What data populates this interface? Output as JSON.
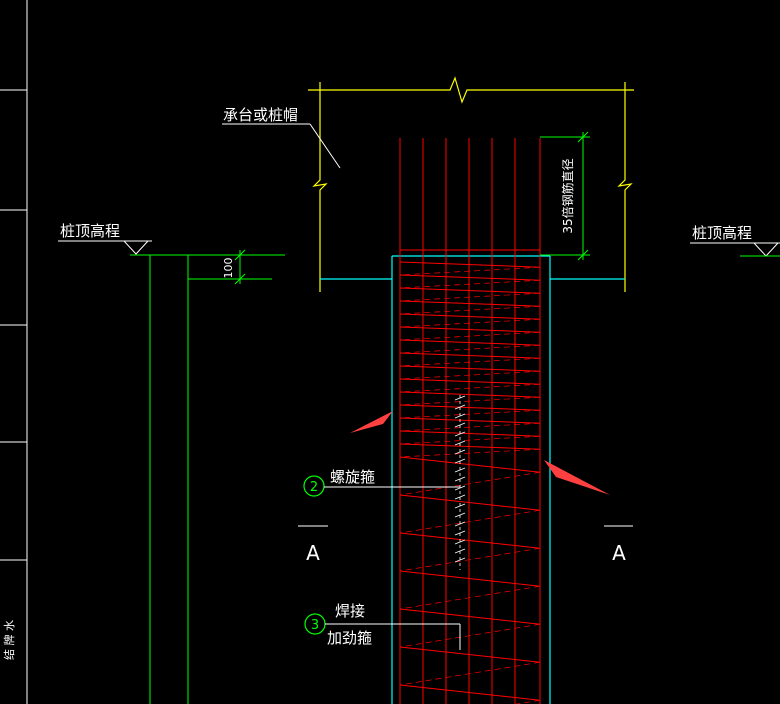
{
  "labels": {
    "cap": "承台或桩帽",
    "pile_top_left": "桩顶高程",
    "pile_top_right": "桩顶高程",
    "dim_100": "100",
    "dim_35d": "35倍钢筋直径",
    "spiral": "螺旋箍",
    "weld_line1": "焊接",
    "weld_line2": "加劲箍",
    "section_a_left": "A",
    "section_a_right": "A",
    "marker_2": "2",
    "marker_3": "3",
    "sidebar_text": "结 牌 水"
  },
  "colors": {
    "background": "#000000",
    "yellow": "#ffff00",
    "green": "#00ff00",
    "red": "#ff0000",
    "cyan": "#00ffff",
    "white": "#ffffff",
    "arrow": "#ff4040"
  }
}
